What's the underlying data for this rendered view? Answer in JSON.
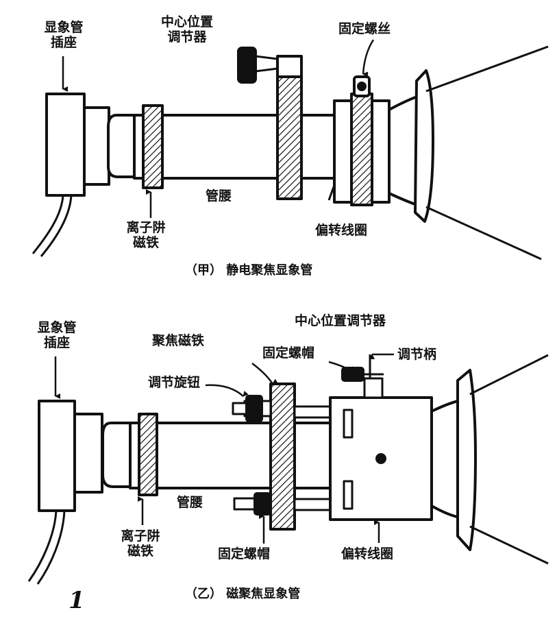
{
  "figure_number": "1",
  "top": {
    "caption": "（甲） 静电聚焦显象管",
    "labels": {
      "socket_1": "显象管",
      "socket_2": "插座",
      "center_adj_1": "中心位置",
      "center_adj_2": "调节器",
      "fix_screw": "固定螺丝",
      "ion_trap_1": "离子阱",
      "ion_trap_2": "磁铁",
      "neck": "管腰",
      "deflection_coil": "偏转线圈"
    }
  },
  "bottom": {
    "caption": "（乙） 磁聚焦显象管",
    "labels": {
      "socket_1": "显象管",
      "socket_2": "插座",
      "center_adj": "中心位置调节器",
      "focus_magnet": "聚焦磁铁",
      "fix_nut_top": "固定螺帽",
      "adj_handle": "调节柄",
      "adj_knob": "调节旋钮",
      "ion_trap_1": "离子阱",
      "ion_trap_2": "磁铁",
      "neck": "管腰",
      "fix_nut_bottom": "固定螺帽",
      "deflection_coil": "偏转线圈"
    }
  }
}
